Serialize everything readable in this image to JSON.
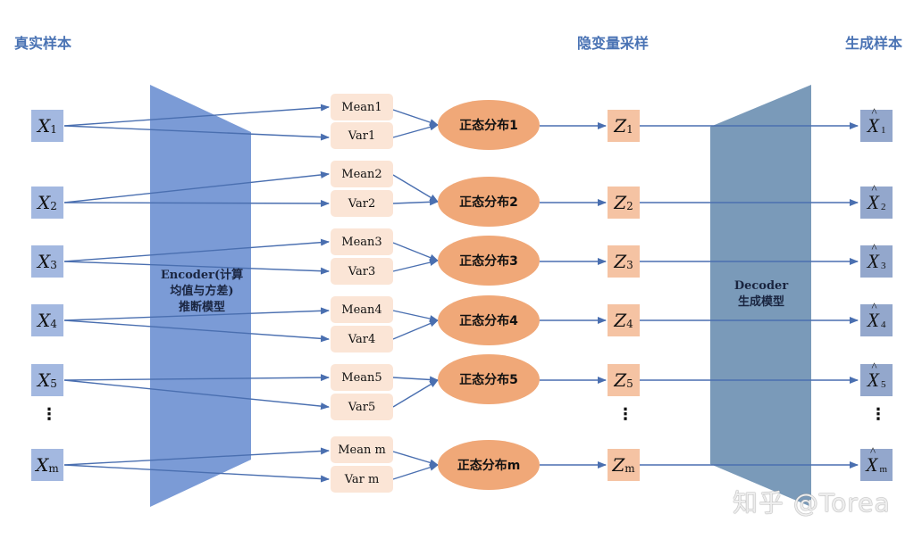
{
  "headers": {
    "real_samples": "真实样本",
    "latent_sampling": "隐变量采样",
    "generated_samples": "生成样本"
  },
  "encoder": {
    "label_line1": "Encoder(计算",
    "label_line2": "均值与方差)",
    "label_line3": "推断模型",
    "color": "#7b9bd6"
  },
  "decoder": {
    "label_line1": "Decoder",
    "label_line2": "生成模型",
    "color": "#7a9ab9"
  },
  "inputs": [
    {
      "sym": "X",
      "sub": "1"
    },
    {
      "sym": "X",
      "sub": "2"
    },
    {
      "sym": "X",
      "sub": "3"
    },
    {
      "sym": "X",
      "sub": "4"
    },
    {
      "sym": "X",
      "sub": "5"
    },
    {
      "sym": "X",
      "sub": "m"
    }
  ],
  "means": [
    "Mean1",
    "Mean2",
    "Mean3",
    "Mean4",
    "Mean5",
    "Mean m"
  ],
  "vars": [
    "Var1",
    "Var2",
    "Var3",
    "Var4",
    "Var5",
    "Var m"
  ],
  "distributions": [
    "正态分布1",
    "正态分布2",
    "正态分布3",
    "正态分布4",
    "正态分布5",
    "正态分布m"
  ],
  "latents": [
    {
      "sym": "Z",
      "sub": "1"
    },
    {
      "sym": "Z",
      "sub": "2"
    },
    {
      "sym": "Z",
      "sub": "3"
    },
    {
      "sym": "Z",
      "sub": "4"
    },
    {
      "sym": "Z",
      "sub": "5"
    },
    {
      "sym": "Z",
      "sub": "m"
    }
  ],
  "outputs": [
    {
      "sym": "X",
      "sub": "1"
    },
    {
      "sym": "X",
      "sub": "2"
    },
    {
      "sym": "X",
      "sub": "3"
    },
    {
      "sym": "X",
      "sub": "4"
    },
    {
      "sym": "X",
      "sub": "5"
    },
    {
      "sym": "X",
      "sub": "m"
    }
  ],
  "ellipsis": "⋮",
  "watermark": "知乎 @Torea",
  "colors": {
    "header": "#4a73b4",
    "input_box": "#a3b8e0",
    "latent_box": "#f5c3a3",
    "output_box": "#93a7cc",
    "mean_var_box": "#fbe5d6",
    "distribution": "#f0a878",
    "arrow": "#4a6fb0"
  }
}
